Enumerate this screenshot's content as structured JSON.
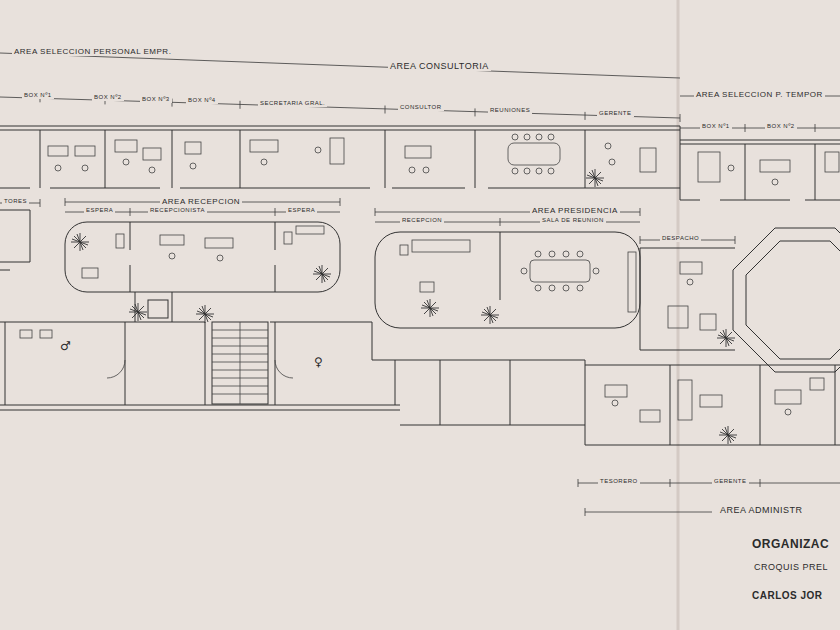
{
  "diagram": {
    "labels": [
      "AREA SELECCION PERSONAL EMPR.",
      "AREA CONSULTORIA",
      "AREA SELECCION P. TEMPOR",
      "BOX Nº1",
      "BOX Nº2",
      "BOX Nº3",
      "BOX Nº4",
      "SECRETARIA GRAL.",
      "CONSULTOR",
      "REUNIONES",
      "GERENTE",
      "BOX Nº1",
      "BOX Nº2",
      "TORES",
      "AREA RECEPCION",
      "ESPERA",
      "RECEPCIONISTA",
      "ESPERA",
      "RECEPCION",
      "AREA PRESIDENCIA",
      "SALA DE REUNION",
      "DESPACHO",
      "TESORERO",
      "GERENTE",
      "AREA ADMINISTR",
      "ORGANIZAC",
      "CROQUIS PREL",
      "CARLOS JOR",
      "♂",
      "♀"
    ]
  }
}
